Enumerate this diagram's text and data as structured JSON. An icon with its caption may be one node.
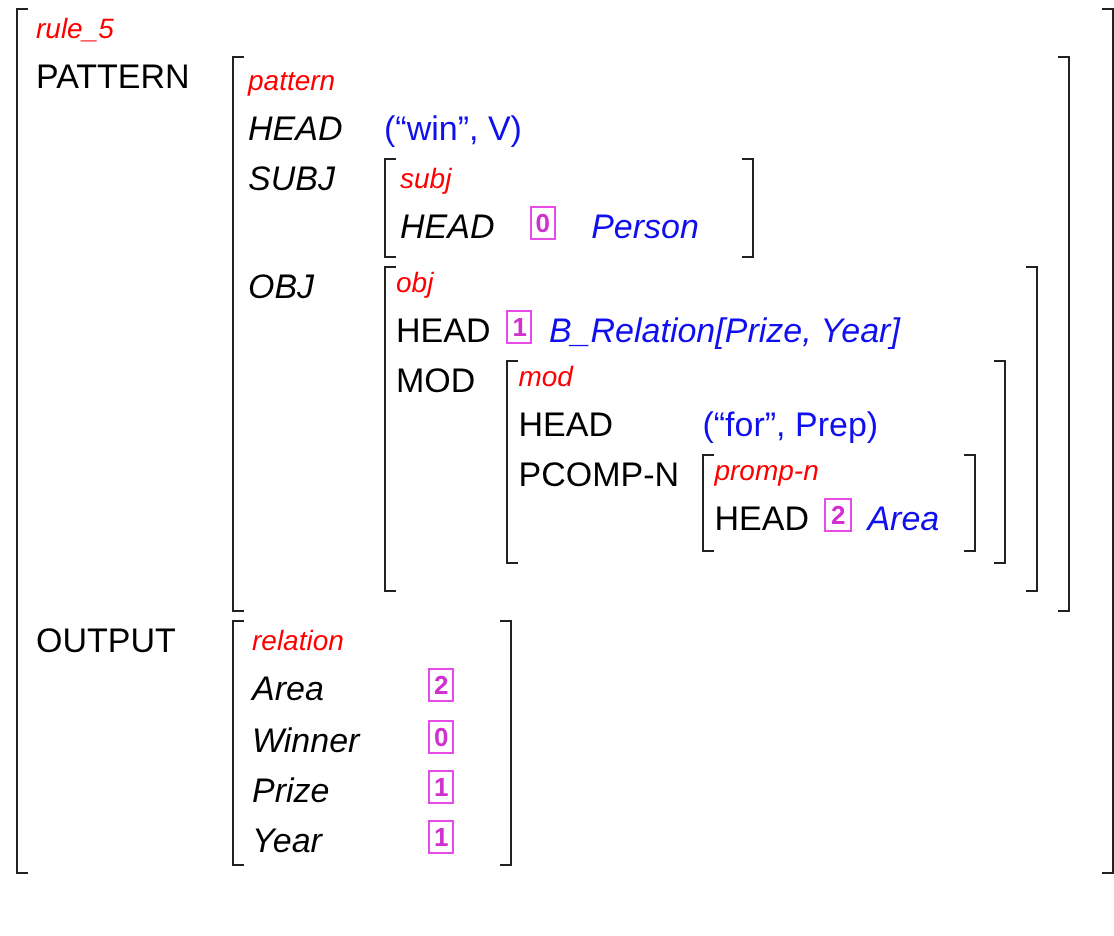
{
  "diagram": {
    "nodes": [
      {
        "text": [
          "rule_5",
          "PATTERN",
          "OUTPUT"
        ]
      },
      {
        "text": [
          "pattern",
          "HEAD",
          "(“win”, V)",
          "SUBJ",
          "OBJ"
        ],
        "in": 0
      },
      {
        "text": [
          "subj",
          "HEAD",
          "Person"
        ],
        "in": 1
      },
      {
        "text": [
          "0"
        ],
        "in": 2
      },
      {
        "text": [
          "obj",
          "HEAD",
          "B_Relation[Prize, Year]",
          "MOD"
        ],
        "in": 1
      },
      {
        "text": [
          "1"
        ],
        "in": 4
      },
      {
        "text": [
          "mod",
          "HEAD",
          "(“for”, Prep)",
          "PCOMP-N"
        ],
        "in": 4
      },
      {
        "text": [
          "promp-n",
          "HEAD",
          "Area"
        ],
        "in": 6
      },
      {
        "text": [
          "2"
        ],
        "in": 7
      },
      {
        "text": [
          "relation",
          "Area",
          "Winner",
          "Prize",
          "Year"
        ],
        "in": 0
      },
      {
        "text": [
          "2"
        ],
        "in": 9
      },
      {
        "text": [
          "0"
        ],
        "in": 9
      },
      {
        "text": [
          "1"
        ],
        "in": 9
      },
      {
        "text": [
          "1"
        ],
        "in": 9
      }
    ]
  }
}
